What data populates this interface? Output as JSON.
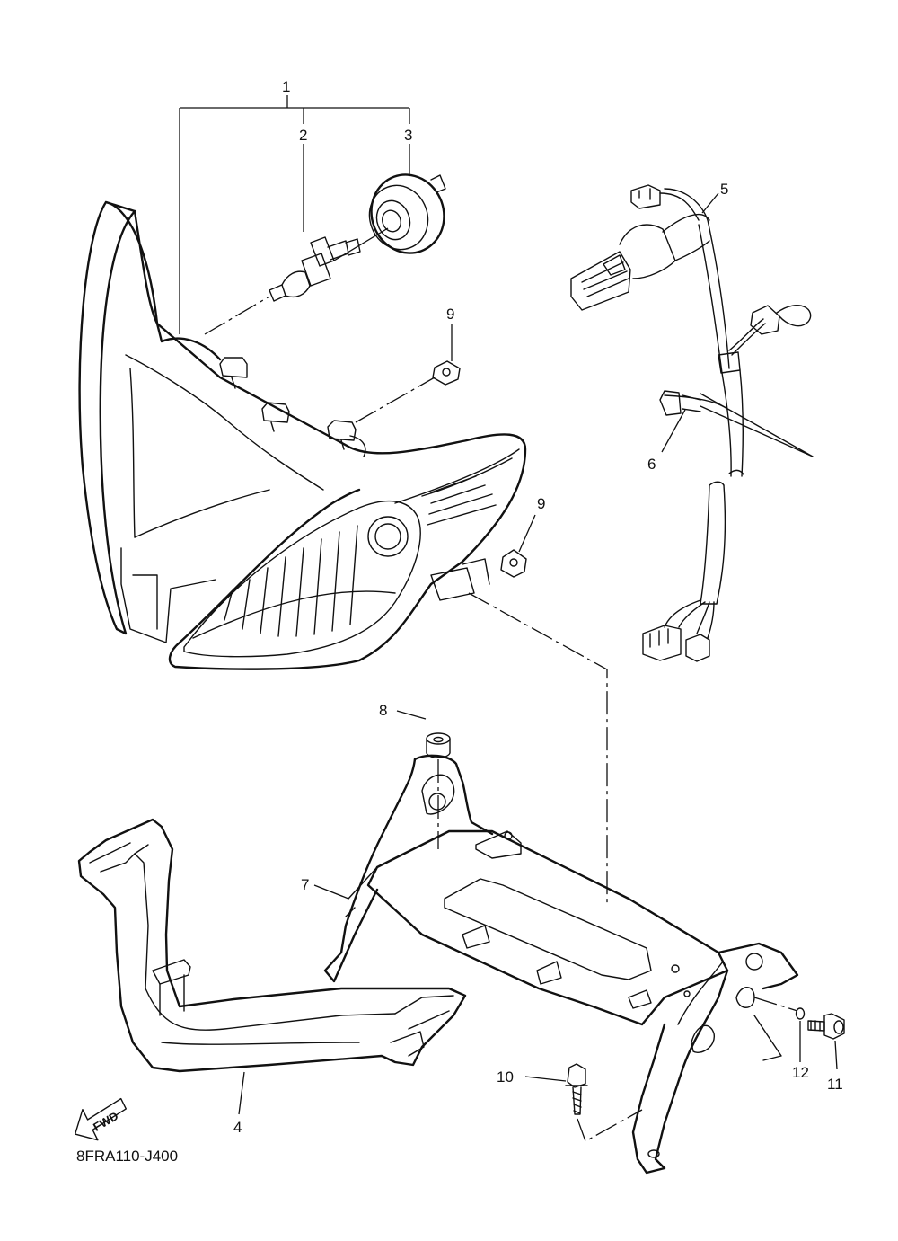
{
  "callouts": {
    "c1": "1",
    "c2": "2",
    "c3": "3",
    "c4": "4",
    "c5": "5",
    "c6": "6",
    "c7": "7",
    "c8": "8",
    "c9a": "9",
    "c9b": "9",
    "c10": "10",
    "c11": "11",
    "c12": "12"
  },
  "fwd_label": "FWD",
  "diagram_code": "8FRA110-J400",
  "icons": {
    "fwd": "fwd-arrow-icon"
  },
  "colors": {
    "line": "#111111",
    "background": "#ffffff"
  }
}
